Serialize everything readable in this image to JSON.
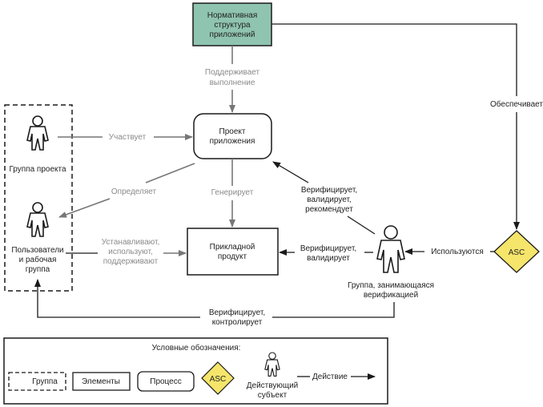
{
  "nodes": {
    "normative": [
      "Нормативная",
      "структура",
      "приложений"
    ],
    "project": [
      "Проект",
      "приложения"
    ],
    "product": [
      "Прикладной",
      "продукт"
    ],
    "asc": "ASC"
  },
  "actors": {
    "project_group": "Группа проекта",
    "users": [
      "Пользователи",
      "и рабочая",
      "группа"
    ],
    "verification": [
      "Группа, занимающаяся",
      "верификацией"
    ]
  },
  "edges": {
    "supports": [
      "Поддерживает",
      "выполнение"
    ],
    "participates": "Участвует",
    "defines": "Определяет",
    "generates": "Генерирует",
    "install": [
      "Устанавливают,",
      "используют,",
      "поддерживают"
    ],
    "verify_recommend": [
      "Верифицирует,",
      "валидирует,",
      "рекомендует"
    ],
    "verify_validate": [
      "Верифицирует,",
      "валидирует"
    ],
    "used": "Используются",
    "provides": "Обеспечивает",
    "verify_control": [
      "Верифицирует,",
      "контролирует"
    ]
  },
  "legend": {
    "title": "Условные обозначения:",
    "group": "Группа",
    "elements": "Элементы",
    "process": "Процесс",
    "asc": "ASC",
    "actor": [
      "Действующий",
      "субъект"
    ],
    "action": "Действие"
  },
  "colors": {
    "normative_fill": "#8fc4b0",
    "asc_fill": "#f5e56b",
    "gray_line": "#777777"
  }
}
